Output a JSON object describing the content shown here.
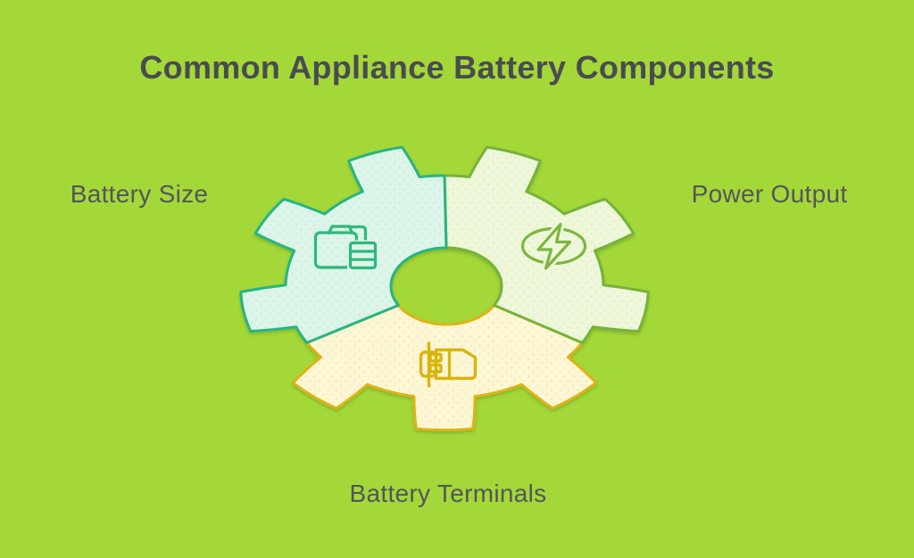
{
  "title": "Common Appliance Battery Components",
  "colors": {
    "background": "#a3d838",
    "title_text": "#4a4b51",
    "label_text": "#54555b"
  },
  "diagram": {
    "type": "gear-cycle",
    "section_count": 3,
    "sections": [
      {
        "id": "battery-size",
        "label": "Battery Size",
        "label_position": "left",
        "icon": "battery-pack-icon",
        "fill": "#dcf5e8",
        "dot_color": "#c3ebd8",
        "stroke": "#27b580",
        "icon_color": "#2db87b"
      },
      {
        "id": "power-output",
        "label": "Power Output",
        "label_position": "right",
        "icon": "lightning-bolt-icon",
        "fill": "#eef7da",
        "dot_color": "#dcecbe",
        "stroke": "#76b23b",
        "icon_color": "#7cb63f"
      },
      {
        "id": "battery-terminals",
        "label": "Battery Terminals",
        "label_position": "bottom",
        "icon": "battery-terminal-icon",
        "fill": "#fdf7d6",
        "dot_color": "#f1e5ac",
        "stroke": "#dfb313",
        "icon_color": "#d9b411"
      }
    ]
  }
}
